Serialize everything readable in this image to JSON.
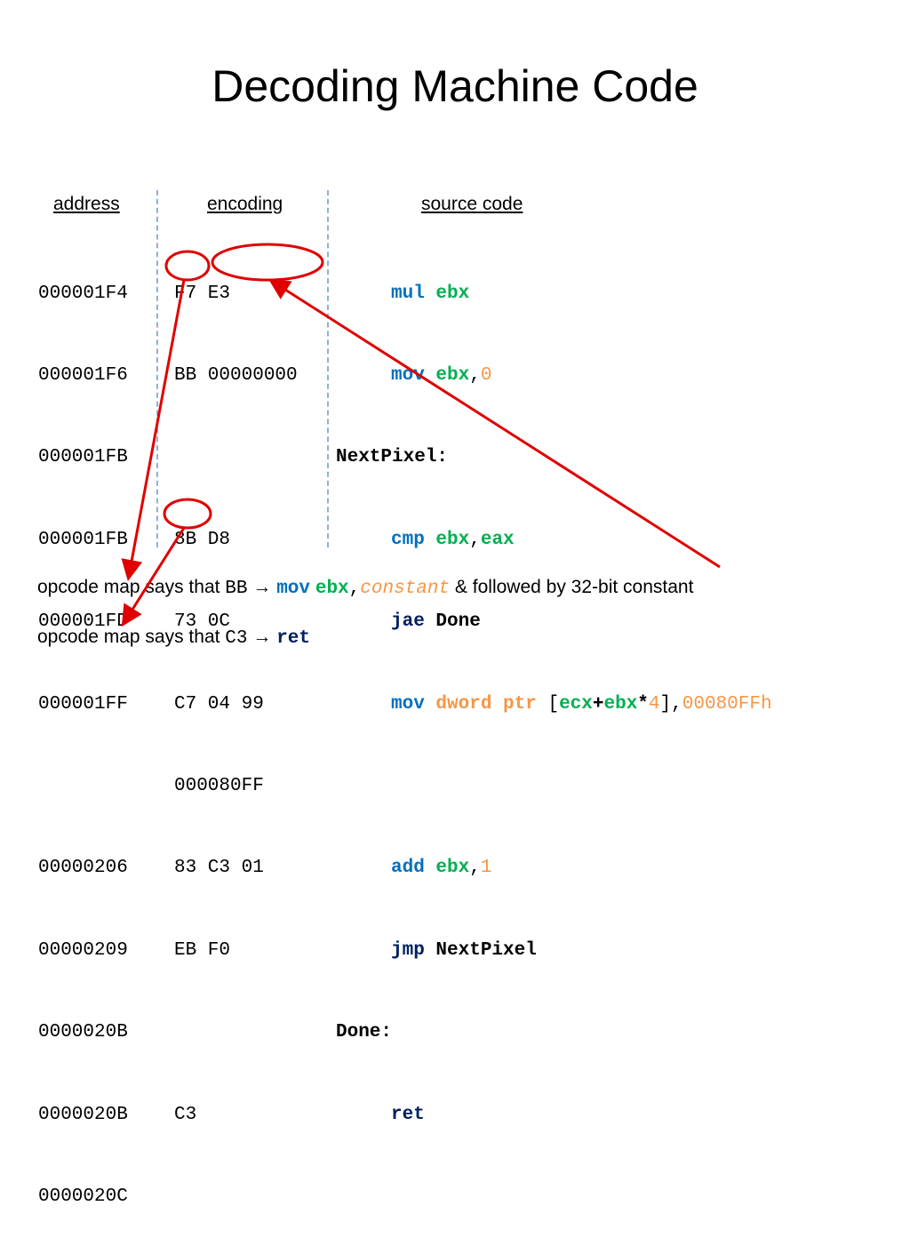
{
  "title": "Decoding Machine Code",
  "headers": {
    "address": "address",
    "encoding": "encoding",
    "source": "source code"
  },
  "addresses": [
    "000001F4",
    "000001F6",
    "000001FB",
    "000001FB",
    "000001FD",
    "000001FF",
    "",
    "00000206",
    "00000209",
    "0000020B",
    "0000020B",
    "0000020C"
  ],
  "encodings": [
    "F7 E3",
    "BB 00000000",
    "",
    "8B D8",
    "73 0C",
    "C7 04 99",
    "000080FF",
    "83 C3 01",
    "EB F0",
    "",
    "C3",
    ""
  ],
  "source": {
    "l1": {
      "op": "mul",
      "r1": "ebx"
    },
    "l2": {
      "op": "mov",
      "r1": "ebx",
      "c": ",",
      "n": "0"
    },
    "l3": {
      "label": "NextPixel:"
    },
    "l4": {
      "op": "cmp",
      "r1": "ebx",
      "c": ",",
      "r2": "eax"
    },
    "l5": {
      "op": "jae",
      "t": "Done"
    },
    "l6": {
      "op": "mov",
      "sz": "dword ptr",
      "ob": "[",
      "r1": "ecx",
      "plus": "+",
      "r2": "ebx",
      "star": "*",
      "n4": "4",
      "cb": "],",
      "imm": "00080FFh"
    },
    "l7": {
      "op": "add",
      "r1": "ebx",
      "c": ",",
      "n": "1"
    },
    "l8": {
      "op": "jmp",
      "t": "NextPixel"
    },
    "l9": {
      "label": "Done:"
    },
    "l10": {
      "op": "ret"
    }
  },
  "notes": {
    "n1": {
      "pre": "opcode map says that ",
      "code": "BB",
      "arrow": " → ",
      "op": "mov",
      "r": "ebx",
      "comma": ",",
      "c": "constant",
      "post": "  &  followed by 32-bit constant"
    },
    "n2": {
      "pre": "opcode map says that ",
      "code": "C3",
      "arrow": " → ",
      "op": "ret"
    }
  },
  "colors": {
    "keyword": "#0070c0",
    "register": "#00b050",
    "number": "#f79646",
    "annotation": "#e00000"
  }
}
